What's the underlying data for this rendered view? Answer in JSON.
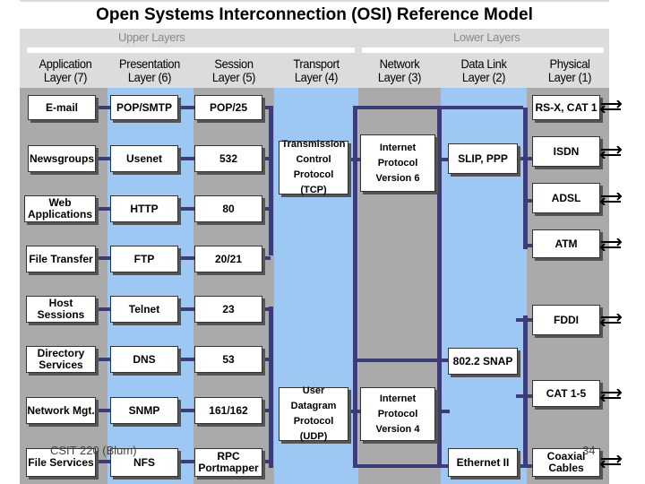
{
  "title": "Open Systems Interconnection (OSI) Reference Model",
  "groups": {
    "upper": "Upper Layers",
    "lower": "Lower Layers"
  },
  "layers": [
    {
      "name": "Application",
      "num": "Layer (7)"
    },
    {
      "name": "Presentation",
      "num": "Layer (6)"
    },
    {
      "name": "Session",
      "num": "Layer (5)"
    },
    {
      "name": "Transport",
      "num": "Layer (4)"
    },
    {
      "name": "Network",
      "num": "Layer (3)"
    },
    {
      "name": "Data Link",
      "num": "Layer (2)"
    },
    {
      "name": "Physical",
      "num": "Layer (1)"
    }
  ],
  "application": [
    "E-mail",
    "Newsgroups",
    "Web Applications",
    "File Transfer",
    "Host Sessions",
    "Directory Services",
    "Network Mgt.",
    "File Services"
  ],
  "presentation": [
    "POP/SMTP",
    "Usenet",
    "HTTP",
    "FTP",
    "Telnet",
    "DNS",
    "SNMP",
    "NFS"
  ],
  "session": [
    "POP/25",
    "532",
    "80",
    "20/21",
    "23",
    "53",
    "161/162",
    "RPC Portmapper"
  ],
  "transport": [
    "Transmission Control Protocol (TCP)",
    "User Datagram Protocol (UDP)"
  ],
  "network": [
    "Internet Protocol Version 6",
    "Internet Protocol Version 4"
  ],
  "datalink": [
    "SLIP, PPP",
    "802.2 SNAP",
    "Ethernet II"
  ],
  "physical": [
    "RS-X, CAT 1",
    "ISDN",
    "ADSL",
    "ATM",
    "FDDI",
    "CAT 1-5",
    "Coaxial Cables"
  ],
  "footer": {
    "course": "CSIT 220 (Blum)",
    "page": "34"
  },
  "colors": {
    "blue_column": "#9ec8f4",
    "gray_column": "#aaaaaa",
    "frame": "#dcdcdc",
    "line": "#3c3c78"
  }
}
